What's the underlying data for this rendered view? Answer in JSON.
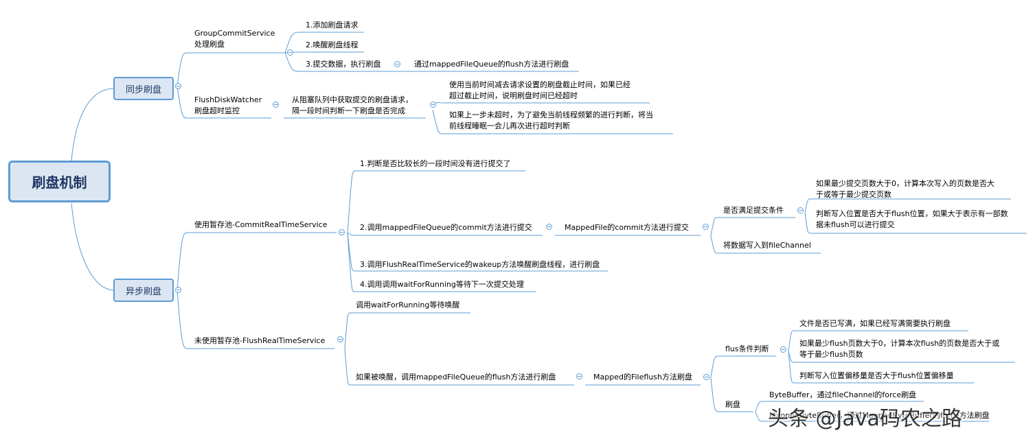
{
  "root": {
    "title": "刷盘机制"
  },
  "sync": {
    "title": "同步刷盘",
    "group_commit": {
      "line1": "GroupCommitService",
      "line2": "处理刷盘",
      "steps": [
        "1.添加刷盘请求",
        "2.唤醒刷盘线程",
        "3.提交数据，执行刷盘"
      ],
      "step3_detail": "通过mappedFileQueue的flush方法进行刷盘"
    },
    "watcher": {
      "line1": "FlushDiskWatcher",
      "line2": "刷盘超时监控",
      "desc_line1": "从阻塞队列中获取提交的刷盘请求，",
      "desc_line2": "隔一段时间判断一下刷盘是否完成",
      "check1_line1": "使用当前时间减去请求设置的刷盘截止时间，如果已经",
      "check1_line2": "超过截止时间，说明刷盘时间已经超时",
      "check2_line1": "如果上一步未超时，为了避免当前线程频繁的进行判断，将当",
      "check2_line2": "前线程睡眠一会儿再次进行超时判断"
    }
  },
  "async": {
    "title": "异步刷盘",
    "commit_service": {
      "title": "使用暂存池-CommitRealTimeService",
      "step1": "1.判断是否比较长的一段时间没有进行提交了",
      "step2": "2.调用mappedFileQueue的commit方法进行提交",
      "step2_detail": "MappedFile的commit方法进行提交",
      "condition": "是否满足提交条件",
      "cond1_line1": "如果最少提交页数大于0，计算本次写入的页数是否大",
      "cond1_line2": "于或等于最少提交页数",
      "cond2_line1": "判断写入位置是否大于flush位置，如果大于表示有一部数",
      "cond2_line2": "据未flush可以进行提交",
      "write": "将数据写入到fileChannel",
      "step3": "3.调用FlushRealTimeService的wakeup方法唤醒刷盘线程，进行刷盘",
      "step4": "4.调用调用waitForRunning等待下一次提交处理"
    },
    "flush_service": {
      "title": "未使用暂存池-FlushRealTimeService",
      "wait": "调用waitForRunning等待唤醒",
      "woken": "如果被唤醒，调用mappedFileQueue的flush方法进行刷盘",
      "mapped": "Mapped的Fileflush方法刷盘",
      "flus_cond": "flus条件判断",
      "fc1": "文件是否已写满，如果已经写满需要执行刷盘",
      "fc2_line1": "如果最少flush页数大于0，计算本次flush的页数是否大于或",
      "fc2_line2": "等于最少flush页数",
      "fc3": "判断写入位置偏移量是否大于flush位置偏移量",
      "flush": "刷盘",
      "bb": "ByteBuffer，通过fileChannel的force刷盘",
      "mbb": "MappedByteBuffer，通过MappedByteBuffer的force方法刷盘"
    }
  },
  "watermark": "头条 @Java码农之路",
  "colors": {
    "line": "#5b9bd5",
    "node_fill": "#dce6f2",
    "root_text": "#1f3864"
  }
}
